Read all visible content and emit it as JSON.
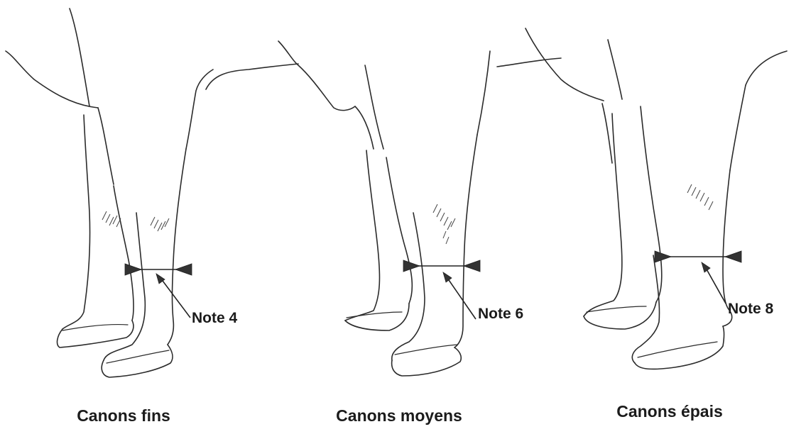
{
  "panels": [
    {
      "id": "fins",
      "note": "Note 4",
      "caption": "Canons fins"
    },
    {
      "id": "moyens",
      "note": "Note 6",
      "caption": "Canons moyens"
    },
    {
      "id": "epais",
      "note": "Note 8",
      "caption": "Canons épais"
    }
  ],
  "colors": {
    "ink": "#2b2b2b",
    "marker": "#333333",
    "background": "#ffffff"
  }
}
